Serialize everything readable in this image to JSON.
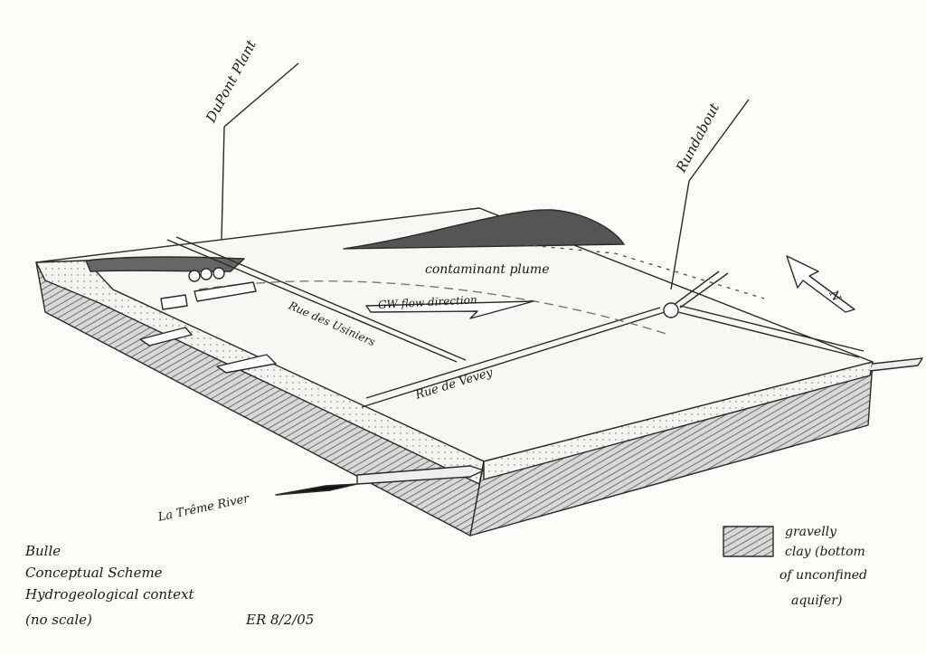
{
  "labels": {
    "dupont_plant": "DuPont Plant",
    "roundabout": "Rundabout",
    "contaminant_plume": "contaminant plume",
    "gw_flow": "GW flow direction",
    "rue_usiniers": "Rue des Usiniers",
    "rue_vevey": "Rue de Vevey",
    "river": "La Trême River",
    "north": "N"
  },
  "caption": {
    "line1": "Bulle",
    "line2": "Conceptual Scheme",
    "line3": "Hydrogeological context",
    "line4": "(no scale)",
    "signature": "ER  8/2/05"
  },
  "legend": {
    "text_line1": "gravelly",
    "text_line2": "clay (bottom",
    "text_line3": "of unconfined",
    "text_line4": "aquifer)"
  },
  "colors": {
    "pencil": "#2a2a2a",
    "paper": "#fbfbfa"
  }
}
